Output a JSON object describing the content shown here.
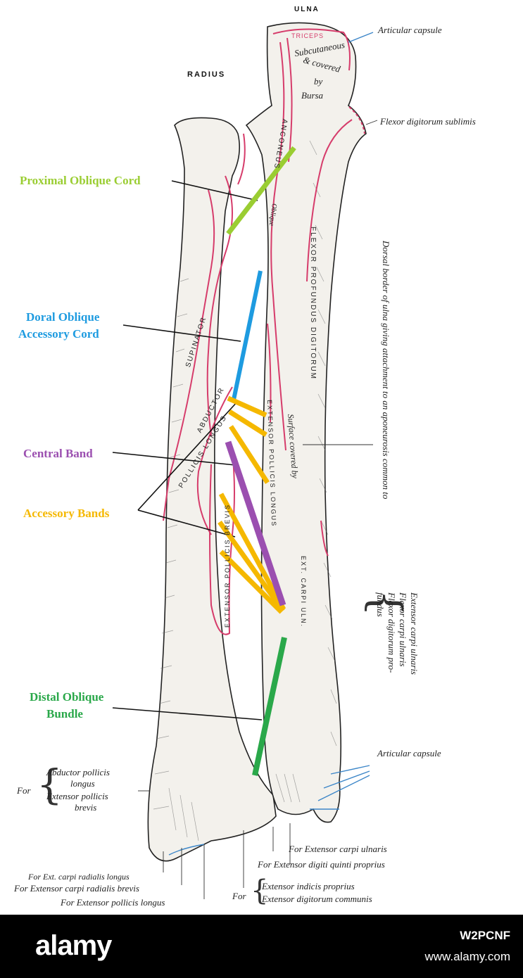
{
  "colors": {
    "proximal": "#9ACD32",
    "dorsal": "#1E9BE0",
    "central": "#9B4FB0",
    "accessory": "#F5B800",
    "distal": "#2AA84A",
    "muscle_outline": "#D63C6B",
    "capsule": "#3C86C8",
    "footer_bg": "#000000"
  },
  "bone_labels": {
    "radius": "RADIUS",
    "ulna": "ULNA"
  },
  "ligaments": {
    "proximal_oblique": "Proximal Oblique Cord",
    "dorsal_oblique_line1": "Doral Oblique",
    "dorsal_oblique_line2": "Accessory Cord",
    "central_band": "Central Band",
    "accessory_bands": "Accessory Bands",
    "distal_oblique_line1": "Distal Oblique",
    "distal_oblique_line2": "Bundle"
  },
  "annotations": {
    "articular_capsule_top": "Articular capsule",
    "flexor_sublimis": "Flexor digitorum sublimis",
    "dorsal_border": "Dorsal border of ulna giving attachment to an aponeurosis common to",
    "common_1": "Extensor carpi ulnaris",
    "common_2": "Flexor carpi ulnaris",
    "common_3": "Flexor digitorum pro-",
    "common_4": "fundus",
    "articular_capsule_bottom": "Articular capsule",
    "for_left": "For",
    "abductor_1": "Abductor pollicis",
    "abductor_2": "longus",
    "abductor_3": "Extensor pollicis",
    "abductor_4": "brevis",
    "ext_carpi_uln": "For Extensor carpi ulnaris",
    "ext_digiti": "For Extensor digiti quinti proprius",
    "for_bottom": "For",
    "ext_indicis": "Extensor indicis proprius",
    "ext_digitorum": "Extensor digitorum communis",
    "ext_carpi_rad_long": "For Ext. carpi radialis longus",
    "ext_carpi_rad_brev": "For Extensor carpi radialis brevis",
    "ext_pollicis_long": "For Extensor pollicis longus"
  },
  "muscle_labels": {
    "triceps": "TRICEPS",
    "subcutaneous": "Subcutaneous",
    "covered": "& covered",
    "by": "by",
    "bursa": "Bursa",
    "anconeus": "ANCONEUS",
    "oblique": "Oblique",
    "supinator": "SUPINATOR",
    "flexor_profundus": "FLEXOR PROFUNDUS DIGITORUM",
    "abductor": "ABDUCTOR",
    "pollicis_longus_1": "POLLICIS LONGUS",
    "ext_pollicis_longus": "EXTENSOR POLLICIS LONGUS",
    "ext_pollicis_brevis": "EXTENSOR POLLICIS BREVIS",
    "ext_carpi_uln": "EXT. CARPI ULN.",
    "surface": "Surface covered by"
  },
  "footer": {
    "logo": "alamy",
    "image_code": "W2PCNF",
    "url": "www.alamy.com"
  }
}
